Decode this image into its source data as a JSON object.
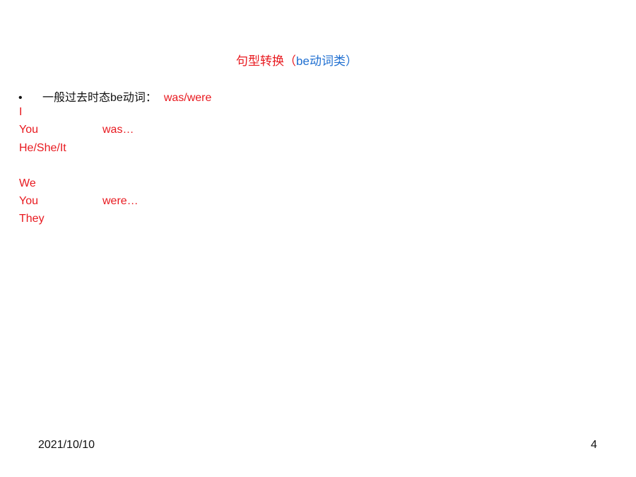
{
  "colors": {
    "red": "#e8191f",
    "blue": "#1f6fd1",
    "black": "#111111"
  },
  "title": {
    "part1": "句型转换（",
    "part2": "be",
    "part3": "动词类",
    "part4": "）"
  },
  "bullet": {
    "dot": "•",
    "label_a": "一般过去时态",
    "label_be": "be",
    "label_b": "动词：",
    "value": "was/were"
  },
  "rows": [
    {
      "pron": "I",
      "verb": ""
    },
    {
      "pron": "You",
      "verb": "was…"
    },
    {
      "pron": "He/She/It",
      "verb": ""
    },
    {
      "pron": "We",
      "verb": ""
    },
    {
      "pron": "You",
      "verb": "were…"
    },
    {
      "pron": "They",
      "verb": ""
    }
  ],
  "footer": {
    "date": "2021/10/10",
    "page": "4"
  }
}
